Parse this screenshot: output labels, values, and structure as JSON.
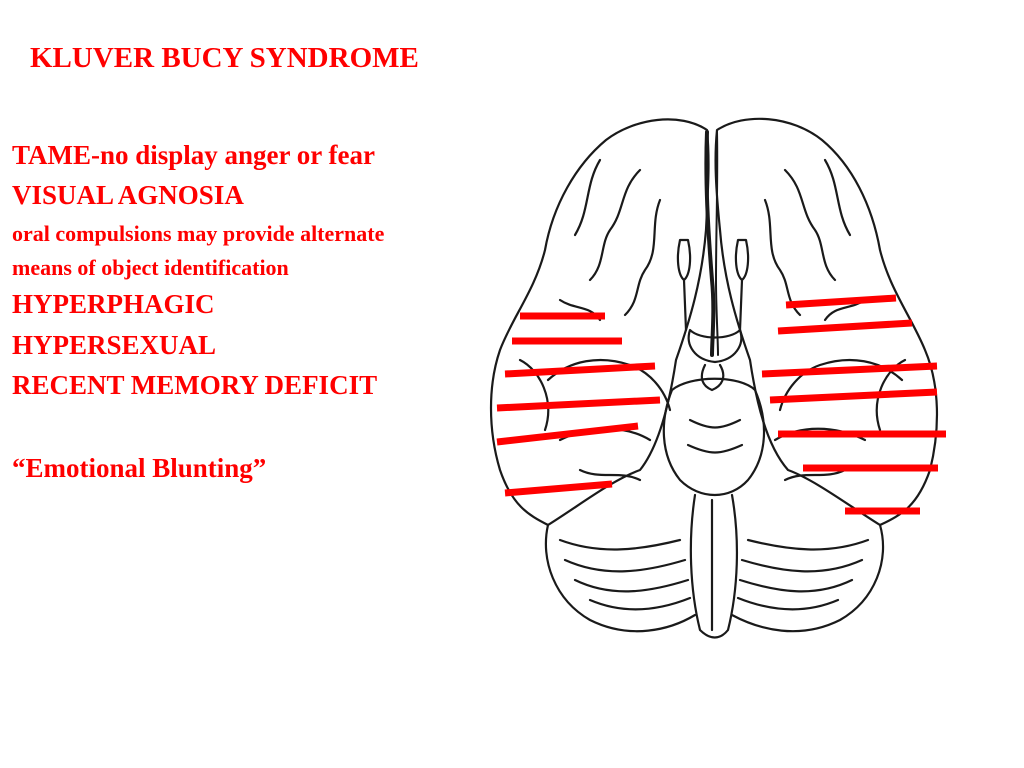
{
  "slide": {
    "title": "KLUVER BUCY SYNDROME",
    "lines": [
      "TAME-no display anger or fear",
      "VISUAL AGNOSIA",
      "oral compulsions may provide  alternate",
      " means of object identification",
      "HYPERPHAGIC",
      "HYPERSEXUAL",
      "RECENT MEMORY DEFICIT",
      "“Emotional Blunting”"
    ]
  },
  "figure": {
    "subject": "brain-inferior-view",
    "marker_color": "#ff0000",
    "outline_color": "#1a1a1a"
  }
}
